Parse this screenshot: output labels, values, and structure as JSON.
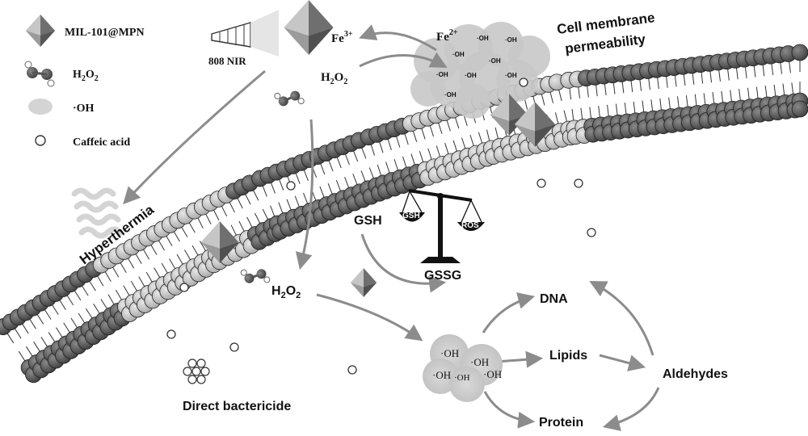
{
  "legend": {
    "items": [
      {
        "label": "MIL-101@MPN",
        "icon": "octahedron-icon"
      },
      {
        "label": "H",
        "sub": "2",
        "tail": "O",
        "sub2": "2",
        "icon": "h2o2-molecule-icon"
      },
      {
        "label": "·OH",
        "icon": "hydroxyl-cloud-icon"
      },
      {
        "label": "Caffeic acid",
        "icon": "caffeic-acid-circle-icon"
      }
    ]
  },
  "labels": {
    "nir": "808 NIR",
    "fe3_main": "Fe",
    "fe3_sup": "3+",
    "fe2_main": "Fe",
    "fe2_sup": "2+",
    "h2o2_top_a": "H",
    "h2o2_top_b": "2",
    "h2o2_top_c": "O",
    "h2o2_top_d": "2",
    "membrane_permeability_1": "Cell membrane",
    "membrane_permeability_2": "permeability",
    "hyperthermia": "Hyperthermia",
    "gsh": "GSH",
    "gssg": "GSSG",
    "scale_left": "GSH",
    "scale_right": "ROS",
    "h2o2_mid_a": "H",
    "h2o2_mid_b": "2",
    "h2o2_mid_c": "O",
    "h2o2_mid_d": "2",
    "dna": "DNA",
    "lipids": "Lipids",
    "protein": "Protein",
    "aldehydes": "Aldehydes",
    "direct_bactericide": "Direct bactericide",
    "oh": "·OH",
    "oh_alt": "·OH"
  },
  "colors": {
    "arrow": "#8c8c8c",
    "head_dark": "#5a5a5a",
    "head_light": "#bdbdbd",
    "oh_cloud": "#cfcfcf",
    "text": "#111111"
  }
}
